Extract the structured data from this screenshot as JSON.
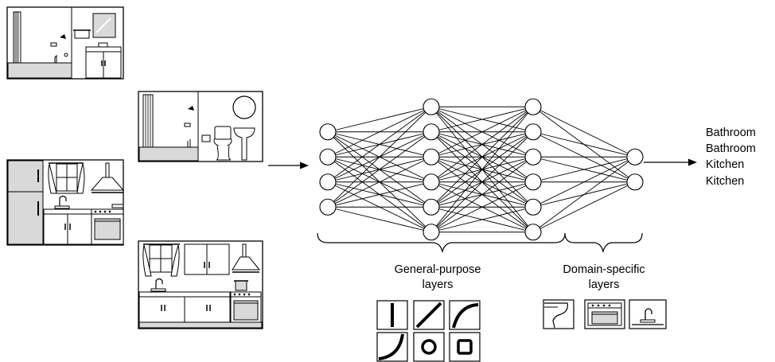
{
  "outputs": [
    "Bathroom",
    "Bathroom",
    "Kitchen",
    "Kitchen"
  ],
  "group_labels": {
    "general": [
      "General-purpose",
      "layers"
    ],
    "domain": [
      "Domain-specific",
      "layers"
    ]
  },
  "network": {
    "layer_sizes": [
      4,
      6,
      6,
      2
    ]
  },
  "input_images": [
    "bathroom",
    "bathroom",
    "kitchen",
    "kitchen"
  ],
  "general_features": [
    "vertical-line",
    "diagonal-line",
    "curve",
    "hook-curve",
    "circle",
    "square"
  ],
  "domain_features": [
    "toilet",
    "oven",
    "faucet"
  ],
  "colors": {
    "stroke": "#000000",
    "fill_gray": "#d9d9d9",
    "bg": "#ffffff"
  }
}
